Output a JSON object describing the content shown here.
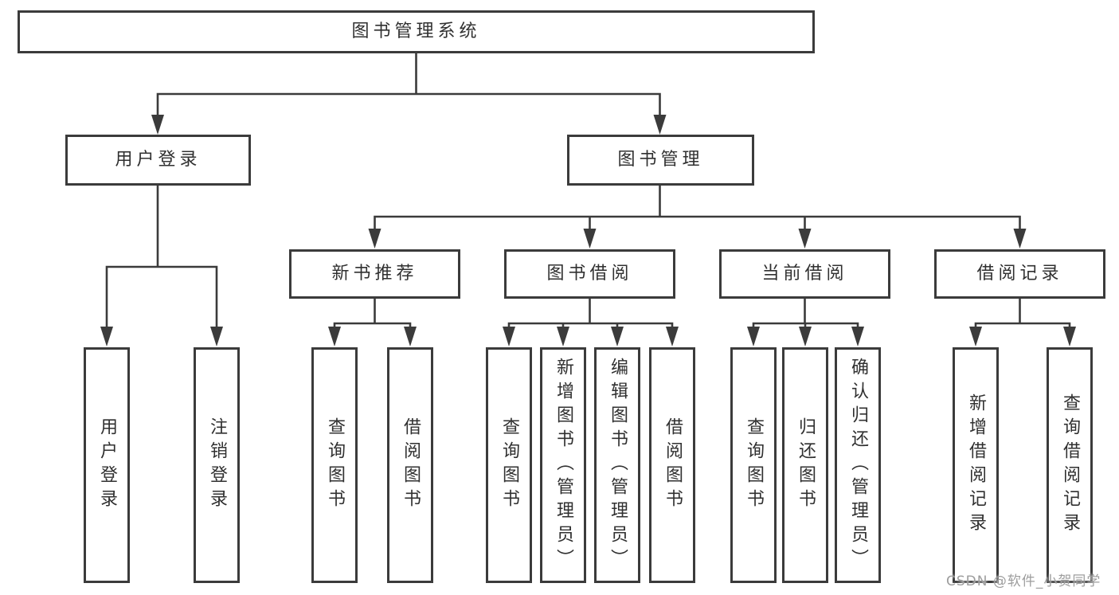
{
  "colors": {
    "line": "#3b3b3b",
    "text": "#303030",
    "box_bg": "#ffffff",
    "watermark": "#9d9d9d",
    "background": "#ffffff"
  },
  "watermark": {
    "text": "CSDN @软件_小贺同学"
  },
  "tree": {
    "root": {
      "label": "图书管理系统",
      "children": [
        {
          "label": "用户登录",
          "children": [
            {
              "label": "用户登录"
            },
            {
              "label": "注销登录"
            }
          ]
        },
        {
          "label": "图书管理",
          "children": [
            {
              "label": "新书推荐",
              "children": [
                {
                  "label": "查询图书"
                },
                {
                  "label": "借阅图书"
                }
              ]
            },
            {
              "label": "图书借阅",
              "children": [
                {
                  "label": "查询图书"
                },
                {
                  "label": "新增图书（管理员）"
                },
                {
                  "label": "编辑图书（管理员）"
                },
                {
                  "label": "借阅图书"
                }
              ]
            },
            {
              "label": "当前借阅",
              "children": [
                {
                  "label": "查询图书"
                },
                {
                  "label": "归还图书"
                },
                {
                  "label": "确认归还（管理员）"
                }
              ]
            },
            {
              "label": "借阅记录",
              "children": [
                {
                  "label": "新增借阅记录"
                },
                {
                  "label": "查询借阅记录"
                }
              ]
            }
          ]
        }
      ]
    }
  }
}
